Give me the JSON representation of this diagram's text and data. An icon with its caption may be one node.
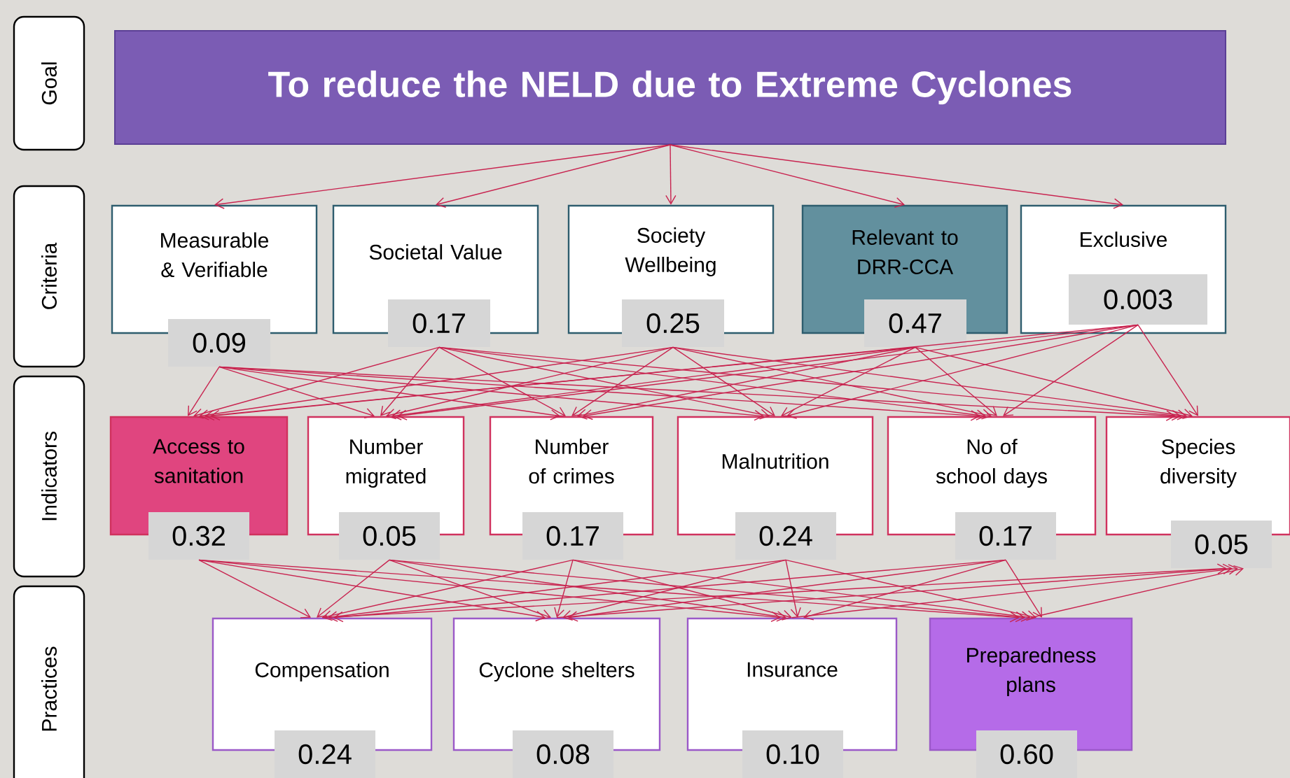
{
  "diagram": {
    "nodes": [
      {
        "text": [
          "Goal"
        ]
      },
      {
        "text": [
          "To reduce the NELD due to Extreme Cyclones"
        ]
      },
      {
        "text": [
          "Criteria"
        ]
      },
      {
        "text": [
          "Measurable & Verifiable",
          "0.09"
        ]
      },
      {
        "text": [
          "Societal Value",
          "0.17"
        ]
      },
      {
        "text": [
          "Society Wellbeing",
          "0.25"
        ]
      },
      {
        "text": [
          "Relevant to DRR-CCA",
          "0.47"
        ]
      },
      {
        "text": [
          "Exclusive",
          "0.003"
        ]
      },
      {
        "text": [
          "Indicators"
        ]
      },
      {
        "text": [
          "Access to sanitation",
          "0.32"
        ]
      },
      {
        "text": [
          "Number migrated",
          "0.05"
        ]
      },
      {
        "text": [
          "Number of crimes",
          "0.17"
        ]
      },
      {
        "text": [
          "Malnutrition",
          "0.24"
        ]
      },
      {
        "text": [
          "No of school days",
          "0.17"
        ]
      },
      {
        "text": [
          "Species diversity",
          "0.05"
        ]
      },
      {
        "text": [
          "Practices"
        ]
      },
      {
        "text": [
          "Compensation",
          "0.24"
        ]
      },
      {
        "text": [
          "Cyclone shelters",
          "0.08"
        ]
      },
      {
        "text": [
          "Insurance",
          "0.10"
        ]
      },
      {
        "text": [
          "Preparedness plans",
          "0.60"
        ]
      }
    ],
    "edges": [
      {
        "from": 1,
        "to": 3,
        "arrow": "to"
      },
      {
        "from": 1,
        "to": 4,
        "arrow": "to"
      },
      {
        "from": 1,
        "to": 5,
        "arrow": "to"
      },
      {
        "from": 1,
        "to": 6,
        "arrow": "to"
      },
      {
        "from": 1,
        "to": 7,
        "arrow": "to"
      },
      {
        "from": 3,
        "to": 9,
        "arrow": "to"
      },
      {
        "from": 3,
        "to": 10,
        "arrow": "to"
      },
      {
        "from": 3,
        "to": 11,
        "arrow": "to"
      },
      {
        "from": 3,
        "to": 12,
        "arrow": "to"
      },
      {
        "from": 3,
        "to": 13,
        "arrow": "to"
      },
      {
        "from": 3,
        "to": 14,
        "arrow": "to"
      },
      {
        "from": 4,
        "to": 9,
        "arrow": "to"
      },
      {
        "from": 4,
        "to": 10,
        "arrow": "to"
      },
      {
        "from": 4,
        "to": 11,
        "arrow": "to"
      },
      {
        "from": 4,
        "to": 12,
        "arrow": "to"
      },
      {
        "from": 4,
        "to": 13,
        "arrow": "to"
      },
      {
        "from": 4,
        "to": 14,
        "arrow": "to"
      },
      {
        "from": 5,
        "to": 9,
        "arrow": "to"
      },
      {
        "from": 5,
        "to": 10,
        "arrow": "to"
      },
      {
        "from": 5,
        "to": 11,
        "arrow": "to"
      },
      {
        "from": 5,
        "to": 12,
        "arrow": "to"
      },
      {
        "from": 5,
        "to": 13,
        "arrow": "to"
      },
      {
        "from": 5,
        "to": 14,
        "arrow": "to"
      },
      {
        "from": 6,
        "to": 9,
        "arrow": "to"
      },
      {
        "from": 6,
        "to": 10,
        "arrow": "to"
      },
      {
        "from": 6,
        "to": 11,
        "arrow": "to"
      },
      {
        "from": 6,
        "to": 12,
        "arrow": "to"
      },
      {
        "from": 6,
        "to": 13,
        "arrow": "to"
      },
      {
        "from": 6,
        "to": 14,
        "arrow": "to"
      },
      {
        "from": 7,
        "to": 9,
        "arrow": "to"
      },
      {
        "from": 7,
        "to": 10,
        "arrow": "to"
      },
      {
        "from": 7,
        "to": 11,
        "arrow": "to"
      },
      {
        "from": 7,
        "to": 12,
        "arrow": "to"
      },
      {
        "from": 7,
        "to": 13,
        "arrow": "to"
      },
      {
        "from": 7,
        "to": 14,
        "arrow": "to"
      },
      {
        "from": 9,
        "to": 16,
        "arrow": "to"
      },
      {
        "from": 9,
        "to": 17,
        "arrow": "to"
      },
      {
        "from": 9,
        "to": 18,
        "arrow": "to"
      },
      {
        "from": 9,
        "to": 19,
        "arrow": "to"
      },
      {
        "from": 10,
        "to": 16,
        "arrow": "to"
      },
      {
        "from": 10,
        "to": 17,
        "arrow": "to"
      },
      {
        "from": 10,
        "to": 18,
        "arrow": "to"
      },
      {
        "from": 10,
        "to": 19,
        "arrow": "to"
      },
      {
        "from": 11,
        "to": 16,
        "arrow": "to"
      },
      {
        "from": 11,
        "to": 17,
        "arrow": "to"
      },
      {
        "from": 11,
        "to": 18,
        "arrow": "to"
      },
      {
        "from": 11,
        "to": 19,
        "arrow": "to"
      },
      {
        "from": 12,
        "to": 16,
        "arrow": "to"
      },
      {
        "from": 12,
        "to": 17,
        "arrow": "to"
      },
      {
        "from": 12,
        "to": 18,
        "arrow": "to"
      },
      {
        "from": 12,
        "to": 19,
        "arrow": "to"
      },
      {
        "from": 13,
        "to": 16,
        "arrow": "to"
      },
      {
        "from": 13,
        "to": 17,
        "arrow": "to"
      },
      {
        "from": 13,
        "to": 18,
        "arrow": "to"
      },
      {
        "from": 13,
        "to": 19,
        "arrow": "to"
      },
      {
        "from": 16,
        "to": 14,
        "arrow": "to"
      },
      {
        "from": 17,
        "to": 14,
        "arrow": "to"
      },
      {
        "from": 18,
        "to": 14,
        "arrow": "to"
      },
      {
        "from": 19,
        "to": 14,
        "arrow": "to"
      }
    ]
  }
}
